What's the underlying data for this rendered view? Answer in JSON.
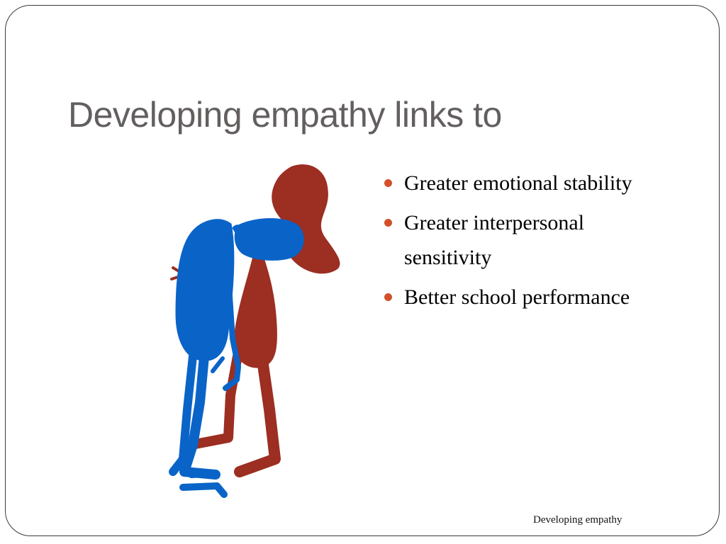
{
  "slide": {
    "title": "Developing empathy links to",
    "bullets": [
      {
        "text": "Greater emotional stability"
      },
      {
        "text": "Greater interpersonal sensitivity"
      },
      {
        "text": "Better school performance"
      }
    ],
    "footer": "Developing empathy"
  },
  "illustration": {
    "icon": "two-figures-empathy-illustration",
    "colors": {
      "red_figure": "#9c2e22",
      "blue_figure": "#0a64c8"
    }
  },
  "colors": {
    "title": "#635f5f",
    "bullet": "#d2502a",
    "border": "#3a3a3a"
  }
}
